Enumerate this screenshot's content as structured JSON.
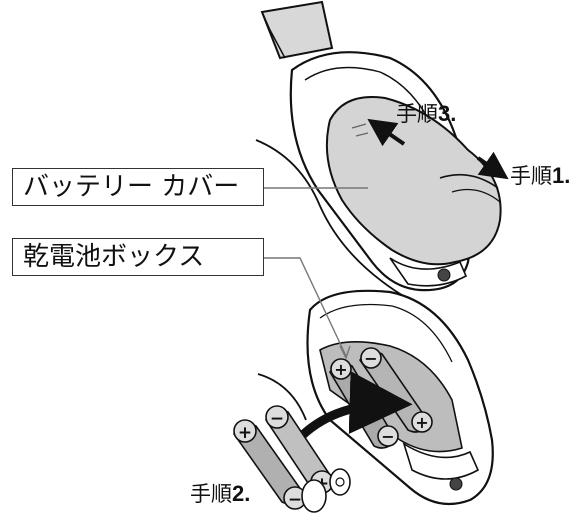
{
  "callouts": {
    "battery_cover": "バッテリー カバー",
    "battery_box": "乾電池ボックス"
  },
  "steps": {
    "step1": {
      "prefix": "手順",
      "number": "1."
    },
    "step2": {
      "prefix": "手順",
      "number": "2."
    },
    "step3": {
      "prefix": "手順",
      "number": "3."
    }
  },
  "battery_symbols": {
    "plus": "+",
    "minus": "−"
  }
}
